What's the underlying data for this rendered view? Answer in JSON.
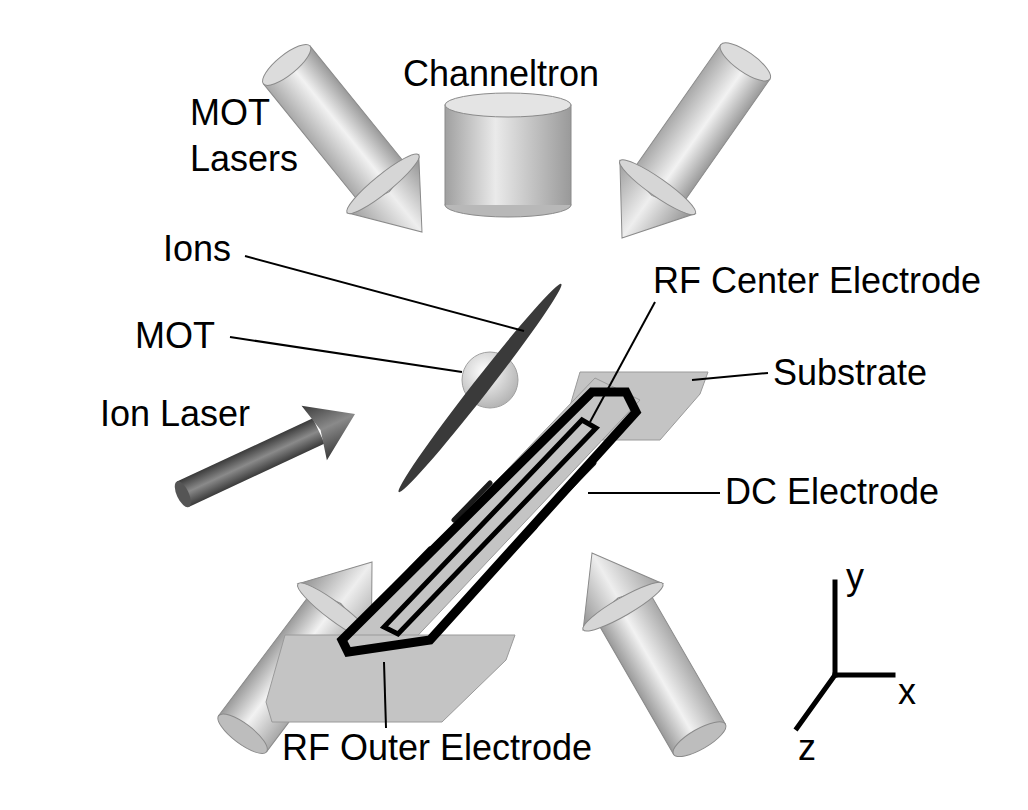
{
  "diagram": {
    "labels": [
      "MOT Lasers",
      "Channeltron",
      "Ions",
      "RF Center Electrode",
      "MOT",
      "Substrate",
      "Ion Laser",
      "DC Electrode",
      "y",
      "x",
      "RF Outer Electrode",
      "z"
    ]
  }
}
